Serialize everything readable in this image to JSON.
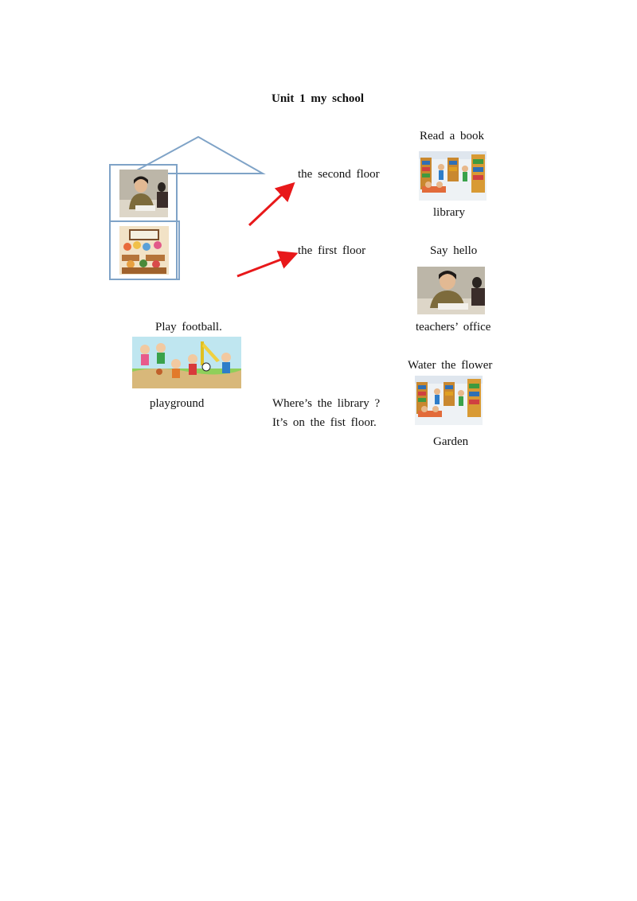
{
  "title": "Unit  1  my  school",
  "floors": {
    "second": "the  second  floor",
    "first": "the  first  floor"
  },
  "places": [
    {
      "activity": "Read  a  book",
      "place": "library"
    },
    {
      "activity": "Say  hello",
      "place": "teachers’  office"
    },
    {
      "activity": "Water  the  flower",
      "place": "Garden"
    },
    {
      "activity": "Play  football.",
      "place": "playground"
    }
  ],
  "dialogue": {
    "question": "Where’s  the  library  ?",
    "answer": "It’s  on  the  fist  floor."
  },
  "colors": {
    "frame": "#7fa3c7",
    "arrow": "#e8181a"
  },
  "images": {
    "teacher": "teacher-grading-photo",
    "classroom": "classroom-cartoon",
    "library": "library-cartoon",
    "playground": "kids-football-cartoon"
  }
}
